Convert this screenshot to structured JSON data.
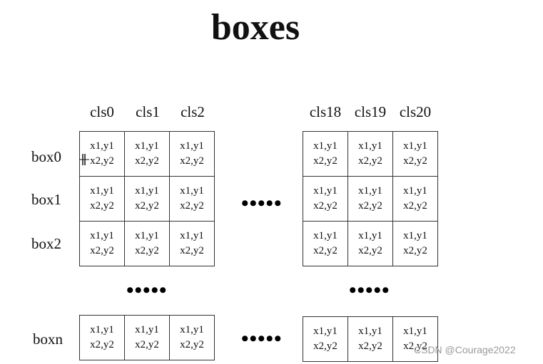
{
  "title": "boxes",
  "columns_left": [
    "cls0",
    "cls1",
    "cls2"
  ],
  "columns_right": [
    "cls18",
    "cls19",
    "cls20"
  ],
  "rows": [
    "box0",
    "box1",
    "box2",
    "boxn"
  ],
  "cell": {
    "line1": "x1,y1",
    "line2": "x2,y2"
  },
  "ellipsis": "•••••",
  "watermark": "CSDN @Courage2022"
}
